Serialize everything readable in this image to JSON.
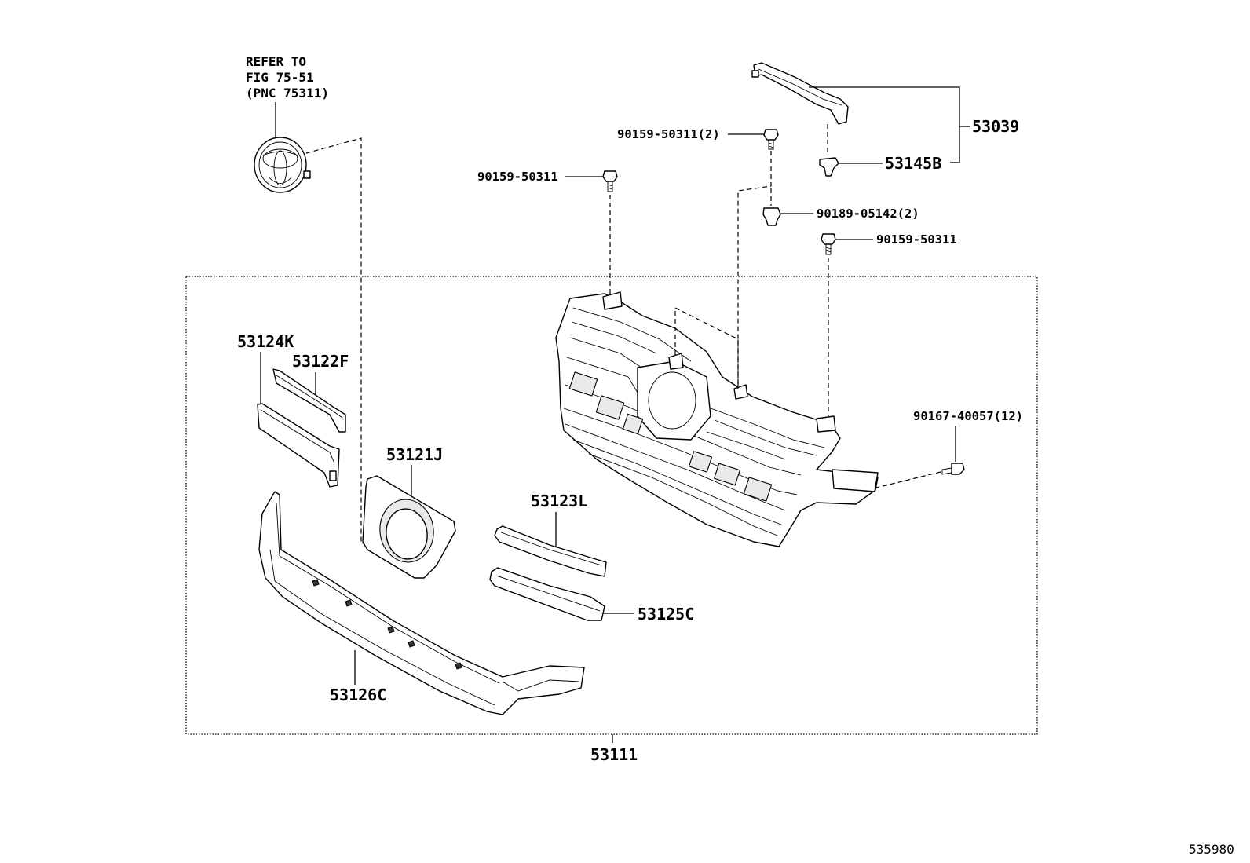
{
  "diagram": {
    "reference_note": [
      "REFER TO",
      "FIG 75-51",
      "(PNC 75311)"
    ],
    "part_labels": {
      "grille_assembly": "53111",
      "bracket_upper": "53039",
      "clip_53145B": "53145B",
      "bolt_upper_pair": "90159-50311(2)",
      "bolt_left": "90159-50311",
      "clip_90189": "90189-05142(2)",
      "bolt_right": "90159-50311",
      "screw_side": "90167-40057(12)",
      "moulding_53124K": "53124K",
      "moulding_53122F": "53122F",
      "emblem_base_53121J": "53121J",
      "moulding_53123L": "53123L",
      "moulding_53125C": "53125C",
      "lower_frame_53126C": "53126C"
    },
    "figure_id": "535980"
  }
}
